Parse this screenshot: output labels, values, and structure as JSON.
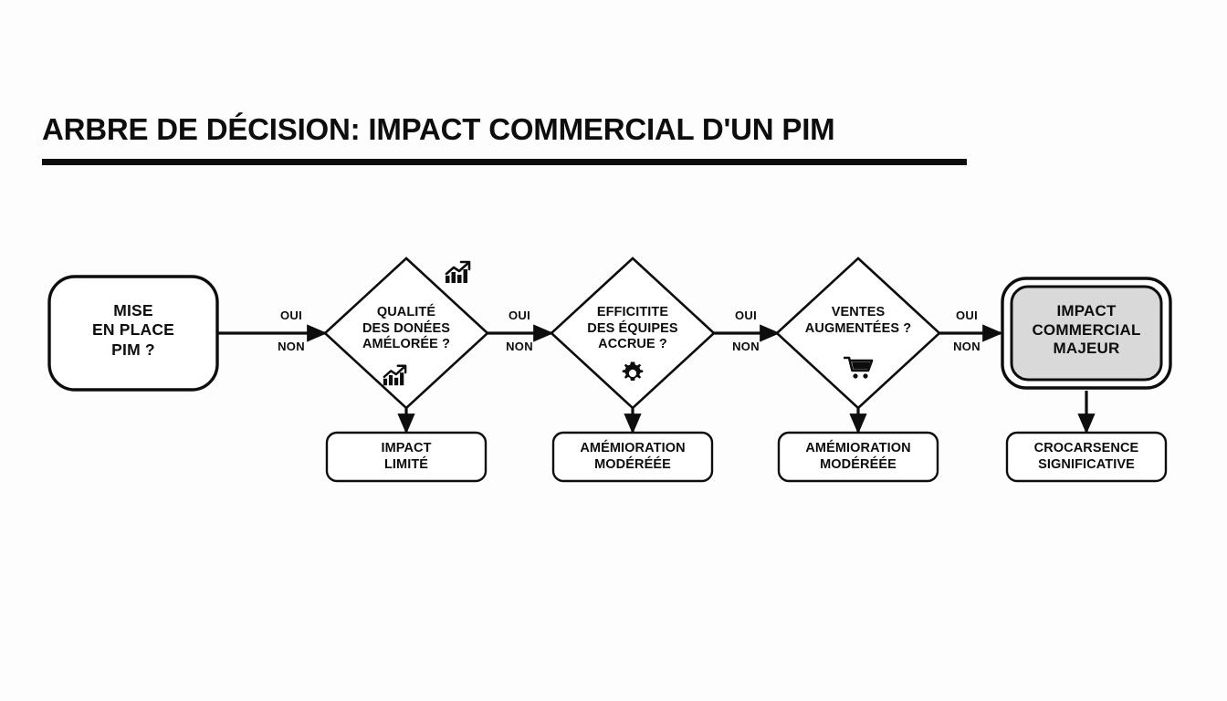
{
  "header": {
    "title": "ARBRE DE DÉCISION: IMPACT COMMERCIAL D'UN PIM"
  },
  "colors": {
    "background": "#fdfdfd",
    "stroke": "#0d0d0d",
    "node_fill": "#ffffff",
    "highlight_fill": "#d9d9d9",
    "text": "#0d0d0d"
  },
  "diagram": {
    "type": "decision-tree",
    "orientation": "left-to-right",
    "start_node": {
      "id": "start",
      "shape": "rounded-rect",
      "label": "MISE\nEN PLACE\nPIM ?"
    },
    "decisions": [
      {
        "id": "decision-qualite-donnees",
        "shape": "diamond",
        "label": "QUALITÉ\nDES DONÉES\nAMÉLORÉE ?",
        "icons": [
          "chart-growth-icon",
          "chart-growth-icon"
        ],
        "icon_positions": [
          "top",
          "bottom"
        ],
        "no_outcome": "outcome-impact-limite"
      },
      {
        "id": "decision-efficacite-equipes",
        "shape": "diamond",
        "label": "EFFICITITE\nDES ÉQUIPES\nACCRUE ?",
        "icons": [
          "gear-icon"
        ],
        "icon_positions": [
          "bottom"
        ],
        "no_outcome": "outcome-amelioration-moderee-1"
      },
      {
        "id": "decision-ventes-augmentees",
        "shape": "diamond",
        "label": "VENTES\nAUGMENTÉES ?",
        "icons": [
          "shopping-cart-icon"
        ],
        "icon_positions": [
          "bottom"
        ],
        "no_outcome": "outcome-amelioration-moderee-2"
      }
    ],
    "result_node": {
      "id": "result-impact-majeur",
      "shape": "rounded-rect-double",
      "highlighted": true,
      "label": "IMPACT\nCOMMERCIAL\nMAJEUR"
    },
    "outcomes": [
      {
        "id": "outcome-impact-limite",
        "label": "IMPACT\nLIMITÉ"
      },
      {
        "id": "outcome-amelioration-moderee-1",
        "label": "AMÉMIORATION\nMODÉRÉÉE"
      },
      {
        "id": "outcome-amelioration-moderee-2",
        "label": "AMÉMIORATION\nMODÉRÉÉE"
      },
      {
        "id": "outcome-crocarsence",
        "label": "CROCARSENCE\nSIGNIFICATIVE"
      }
    ],
    "edge_labels": {
      "yes": "OUI",
      "no": "NON"
    },
    "edges": [
      {
        "from": "start",
        "to": "decision-qualite-donnees",
        "yes": "OUI",
        "no": "NON"
      },
      {
        "from": "decision-qualite-donnees",
        "to": "decision-efficacite-equipes",
        "yes": "OUI",
        "no": "NON"
      },
      {
        "from": "decision-efficacite-equipes",
        "to": "decision-ventes-augmentees",
        "yes": "OUI",
        "no": "NON"
      },
      {
        "from": "decision-ventes-augmentees",
        "to": "result-impact-majeur",
        "yes": "OUI",
        "no": "NON"
      },
      {
        "from": "decision-qualite-donnees",
        "to": "outcome-impact-limite"
      },
      {
        "from": "decision-efficacite-equipes",
        "to": "outcome-amelioration-moderee-1"
      },
      {
        "from": "decision-ventes-augmentees",
        "to": "outcome-amelioration-moderee-2"
      },
      {
        "from": "result-impact-majeur",
        "to": "outcome-crocarsence"
      }
    ]
  }
}
